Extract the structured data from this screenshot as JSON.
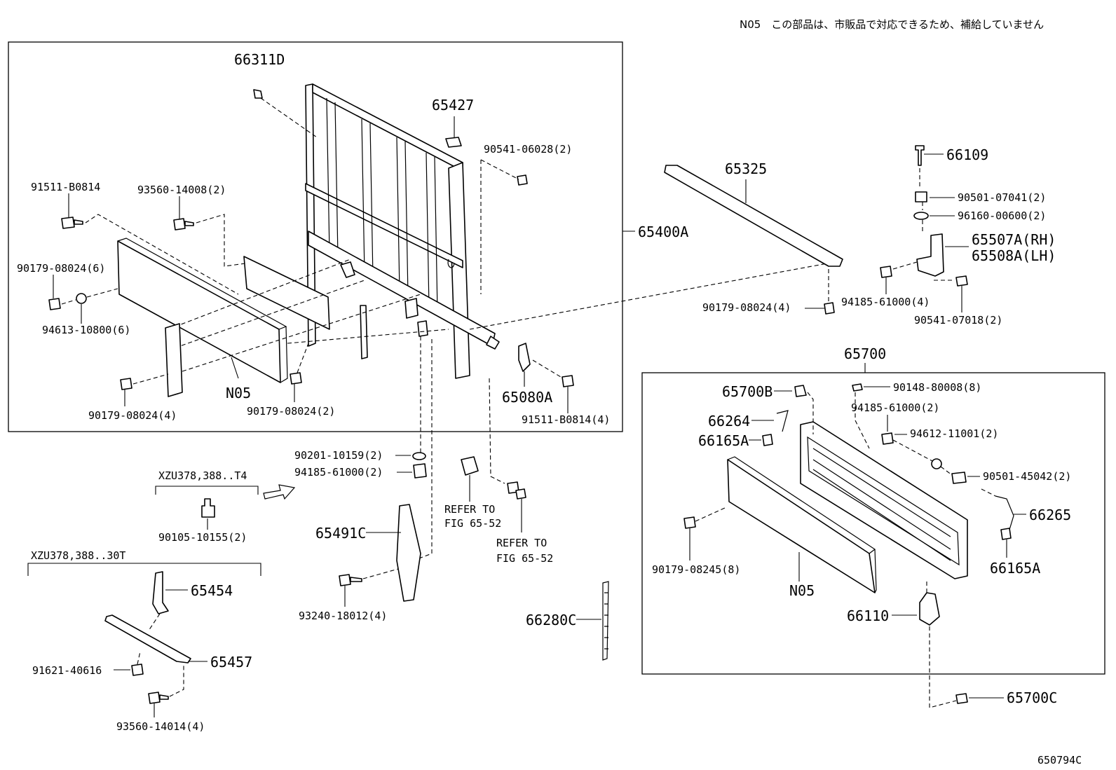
{
  "note": "N05　この部品は、市販品で対応できるため、補給していません",
  "figure_code": "650794C",
  "labels": {
    "p66311D": "66311D",
    "p65427": "65427",
    "p90541_06028": "90541-06028(2)",
    "p91511_B0814_a": "91511-B0814",
    "p93560_14008": "93560-14008(2)",
    "p90179_08024_6": "90179-08024(6)",
    "p94613_10800": "94613-10800(6)",
    "p65400A": "65400A",
    "p90179_08024_4a": "90179-08024(4)",
    "p90179_08024_2": "90179-08024(2)",
    "pN05_a": "N05",
    "p65080A": "65080A",
    "p91511_B0814_4": "91511-B0814(4)",
    "p65325": "65325",
    "p66109": "66109",
    "p90501_07041": "90501-07041(2)",
    "p96160_00600": "96160-00600(2)",
    "p65507A": "65507A(RH)",
    "p65508A": "65508A(LH)",
    "p90179_08024_4b": "90179-08024(4)",
    "p94185_61000_4": "94185-61000(4)",
    "p90541_07018": "90541-07018(2)",
    "p65700": "65700",
    "p65700B": "65700B",
    "p90148_80008": "90148-80008(8)",
    "p94185_61000_2b": "94185-61000(2)",
    "p66264": "66264",
    "p66165A_a": "66165A",
    "p94612_11001": "94612-11001(2)",
    "p90501_45042": "90501-45042(2)",
    "p66265": "66265",
    "p66165A_b": "66165A",
    "p90179_08245": "90179-08245(8)",
    "pN05_b": "N05",
    "p66110": "66110",
    "p65700C": "65700C",
    "p90201_10159": "90201-10159(2)",
    "p94185_61000_2a": "94185-61000(2)",
    "pXZU_T4": "XZU378,388..T4",
    "p90105_10155": "90105-10155(2)",
    "p65491C": "65491C",
    "p93240_18012": "93240-18012(4)",
    "refer1_l1": "REFER TO",
    "refer1_l2": "FIG 65-52",
    "refer2_l1": "REFER TO",
    "refer2_l2": "FIG 65-52",
    "p66280C": "66280C",
    "pXZU_30T": "XZU378,388..30T",
    "p65454": "65454",
    "p65457": "65457",
    "p91621_40616": "91621-40616",
    "p93560_14014": "93560-14014(4)"
  }
}
